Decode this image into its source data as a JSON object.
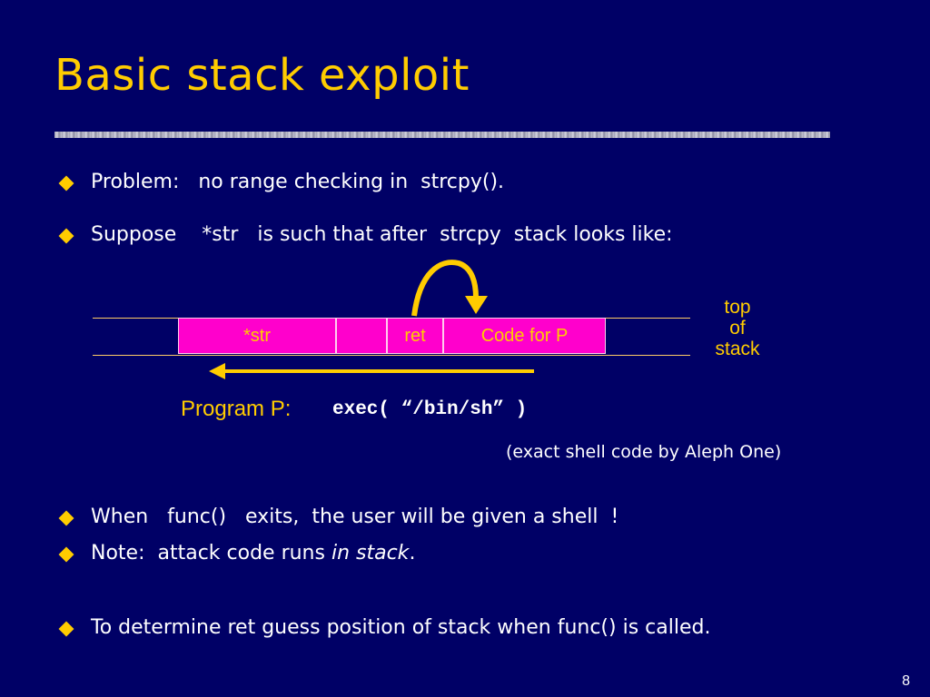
{
  "slide": {
    "title": "Basic stack exploit",
    "page_number": "8"
  },
  "bullets": {
    "b1": "Problem:   no range checking in  strcpy().",
    "b2": "Suppose    *str   is such that after  strcpy  stack looks like:",
    "b3": "When   func()   exits,  the user will be given a shell  !",
    "b4_prefix": "Note:  attack code runs ",
    "b4_italic": "in stack",
    "b4_suffix": ".",
    "b5": "To determine ret guess position of stack when func() is called."
  },
  "diagram": {
    "cells": [
      "*str",
      "",
      "ret",
      "Code for P"
    ],
    "top_of_stack": [
      "top",
      "of",
      "stack"
    ],
    "program_label": "Program P:",
    "program_code": "exec( “/bin/sh” )",
    "credit": "(exact shell code by Aleph One)"
  },
  "colors": {
    "background": "#000066",
    "title": "#ffcc00",
    "cell_fill": "#ff00cc",
    "bullet_marker": "#ffcc00"
  }
}
